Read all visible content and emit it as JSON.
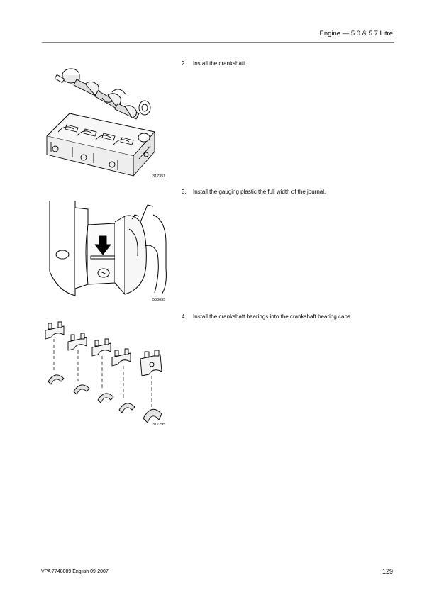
{
  "header": {
    "title": "Engine — 5.0 & 5.7 Litre"
  },
  "steps": [
    {
      "number": "2.",
      "text": "Install the crankshaft."
    },
    {
      "number": "3.",
      "text": "Install the gauging plastic the full width of the journal."
    },
    {
      "number": "4.",
      "text": "Install the crankshaft bearings into the crankshaft bearing caps."
    }
  ],
  "figures": [
    {
      "id": "317351",
      "illustration": "crankshaft-over-engine-block"
    },
    {
      "id": "500655",
      "illustration": "gauging-plastic-on-journal"
    },
    {
      "id": "317295",
      "illustration": "bearing-caps-and-bearing-shells"
    }
  ],
  "footer": {
    "doc_ref": "VPA 7748089 English 09-2007",
    "page_number": "129"
  }
}
